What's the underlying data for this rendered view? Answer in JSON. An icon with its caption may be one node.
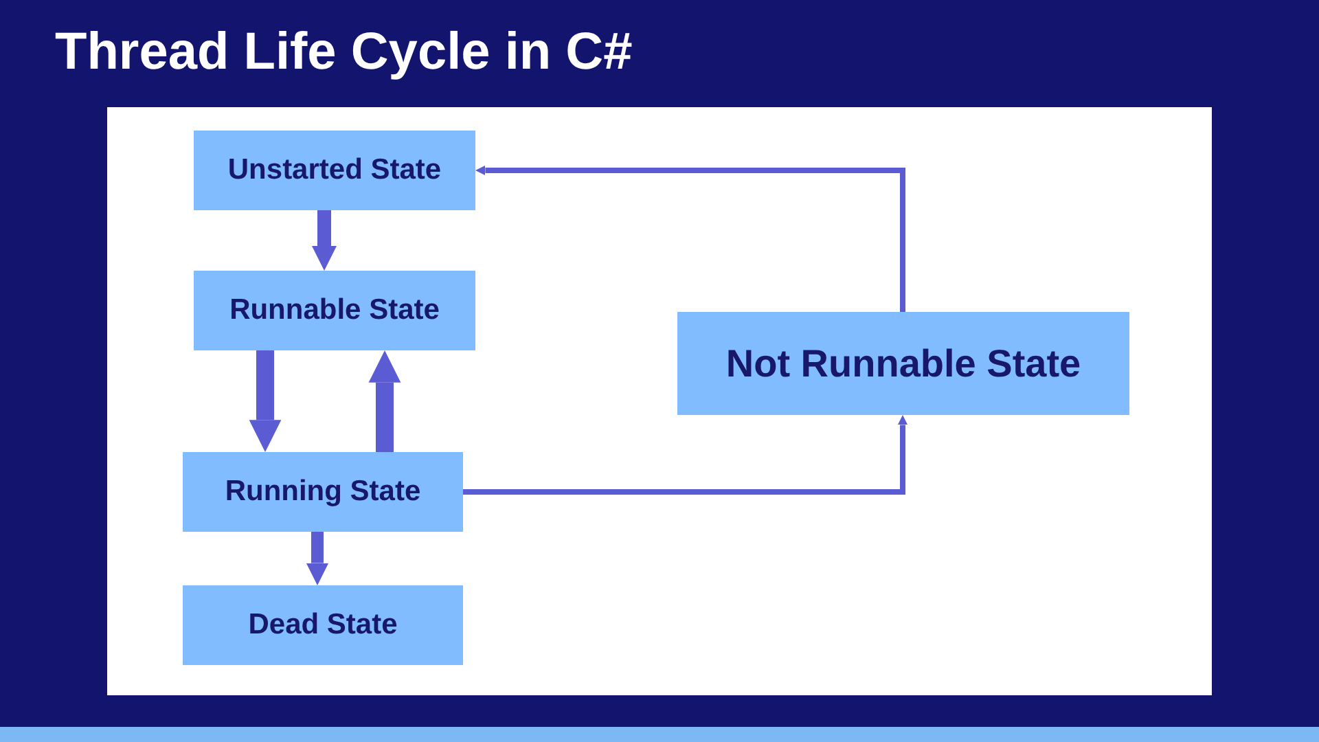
{
  "diagram": {
    "title": "Thread Life Cycle in C#",
    "nodes": [
      {
        "text": [
          "Unstarted State"
        ]
      },
      {
        "text": [
          "Runnable State"
        ]
      },
      {
        "text": [
          "Running State"
        ]
      },
      {
        "text": [
          "Dead State"
        ]
      },
      {
        "text": [
          "Not Runnable State"
        ]
      }
    ],
    "edges": [
      {
        "from": 0,
        "to": 1,
        "arrow": "to"
      },
      {
        "from": 1,
        "to": 2,
        "arrow": "to"
      },
      {
        "from": 2,
        "to": 1,
        "arrow": "to"
      },
      {
        "from": 2,
        "to": 3,
        "arrow": "to"
      },
      {
        "from": 2,
        "to": 4,
        "arrow": "to"
      },
      {
        "from": 4,
        "to": 0,
        "arrow": "to"
      }
    ]
  }
}
